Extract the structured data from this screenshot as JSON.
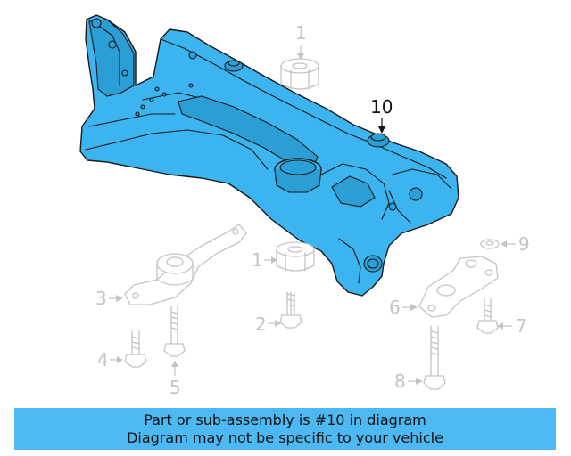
{
  "callouts": {
    "c1_top": "1",
    "c1_mid": "1",
    "c2": "2",
    "c3": "3",
    "c4": "4",
    "c5": "5",
    "c6": "6",
    "c7": "7",
    "c8": "8",
    "c9": "9",
    "c10": "10"
  },
  "banner": {
    "line1": "Part or sub-assembly is #10 in diagram",
    "line2": "Diagram may not be specific to your vehicle"
  },
  "colors": {
    "highlight": "#3cb4ef",
    "banner": "#4db9f2",
    "ghost": "#c4c4c4"
  }
}
